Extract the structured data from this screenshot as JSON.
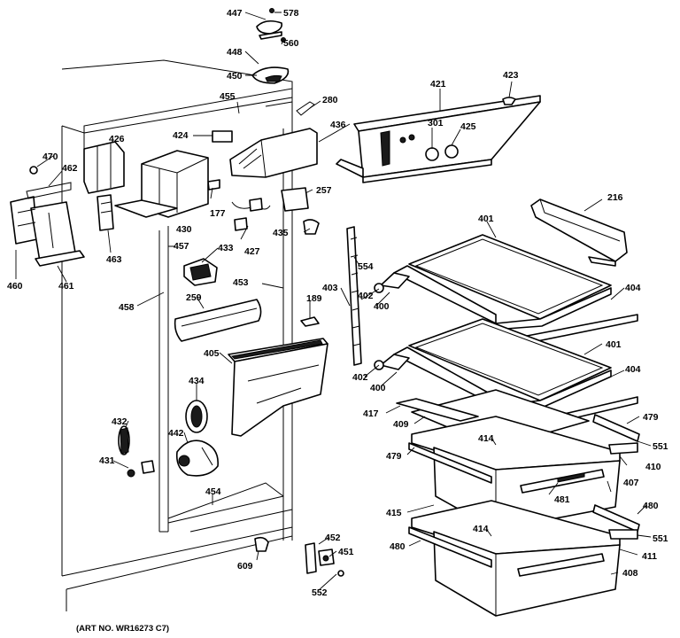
{
  "art_number": "(ART NO. WR16273 C7)",
  "part_labels": {
    "p447": "447",
    "p578": "578",
    "p448": "448",
    "p560": "560",
    "p450": "450",
    "p455": "455",
    "p280": "280",
    "p421": "421",
    "p423": "423",
    "p301": "301",
    "p425": "425",
    "p436": "436",
    "p424": "424",
    "p426": "426",
    "p470": "470",
    "p462": "462",
    "p177": "177",
    "p257": "257",
    "p216": "216",
    "p430": "430",
    "p427": "427",
    "p435": "435",
    "p463": "463",
    "p457": "457",
    "p433": "433",
    "p554": "554",
    "p401a": "401",
    "p460": "460",
    "p461": "461",
    "p453": "453",
    "p403": "403",
    "p402a": "402",
    "p400a": "400",
    "p404a": "404",
    "p259": "259",
    "p189": "189",
    "p458": "458",
    "p401b": "401",
    "p405": "405",
    "p402b": "402",
    "p400b": "400",
    "p404b": "404",
    "p434": "434",
    "p417": "417",
    "p479a": "479",
    "p409": "409",
    "p432": "432",
    "p442": "442",
    "p414a": "414",
    "p551a": "551",
    "p479b": "479",
    "p410": "410",
    "p431": "431",
    "p407": "407",
    "p481": "481",
    "p454": "454",
    "p415": "415",
    "p480a": "480",
    "p414b": "414",
    "p551b": "551",
    "p452": "452",
    "p480b": "480",
    "p411": "411",
    "p609": "609",
    "p451": "451",
    "p408": "408",
    "p552": "552"
  }
}
